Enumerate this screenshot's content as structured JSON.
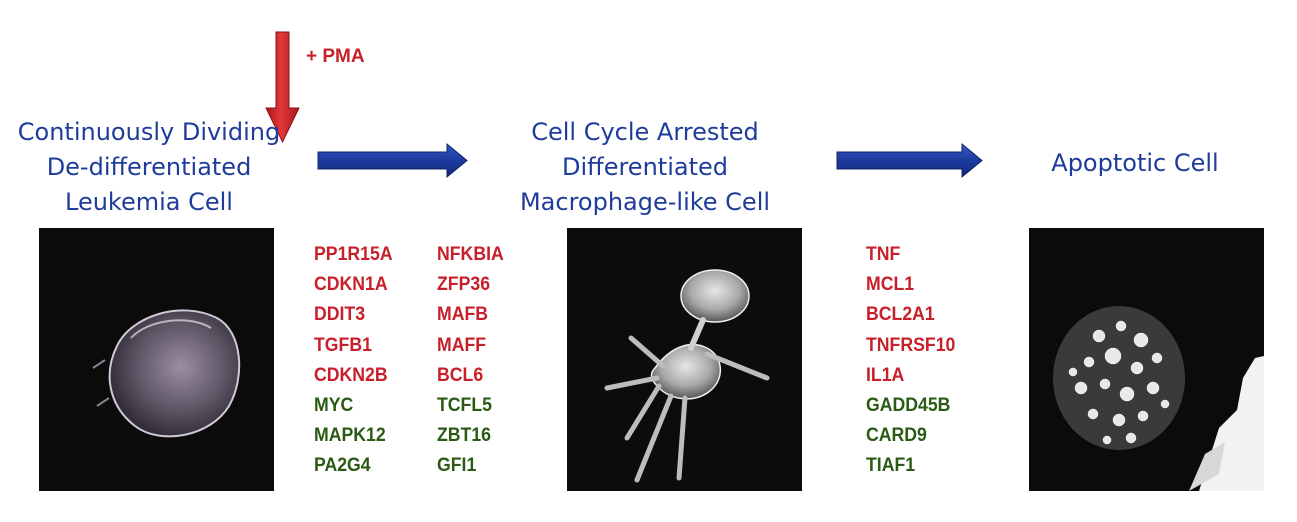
{
  "treatment": {
    "label": "+ PMA"
  },
  "stages": [
    {
      "title_lines": [
        "Continuously Dividing",
        "De-differentiated",
        "Leukemia Cell"
      ]
    },
    {
      "title_lines": [
        "Cell Cycle Arrested",
        "Differentiated",
        "Macrophage-like Cell"
      ]
    },
    {
      "title_lines": [
        "Apoptotic Cell"
      ]
    }
  ],
  "gene_groups": [
    {
      "up": [
        "PP1R15A",
        "CDKN1A",
        "DDIT3",
        "TGFB1",
        "CDKN2B"
      ],
      "down": [
        "MYC",
        "MAPK12",
        "PA2G4"
      ]
    },
    {
      "up": [
        "NFKBIA",
        "ZFP36",
        "MAFB",
        "MAFF",
        "BCL6"
      ],
      "down": [
        "TCFL5",
        "ZBT16",
        "GFI1"
      ]
    },
    {
      "up": [
        "TNF",
        "MCL1",
        "BCL2A1",
        "TNFRSF10",
        "IL1A"
      ],
      "down": [
        "GADD45B",
        "CARD9",
        "TIAF1"
      ]
    }
  ],
  "colors": {
    "title": "#1f3c9a",
    "upregulated": "#c8202a",
    "downregulated": "#2a5a14",
    "arrow_blue": "#2342a8",
    "arrow_red": "#d42a2a"
  },
  "icons": {
    "treatment_arrow": "arrow-down-icon",
    "transition_arrow": "arrow-right-icon"
  }
}
